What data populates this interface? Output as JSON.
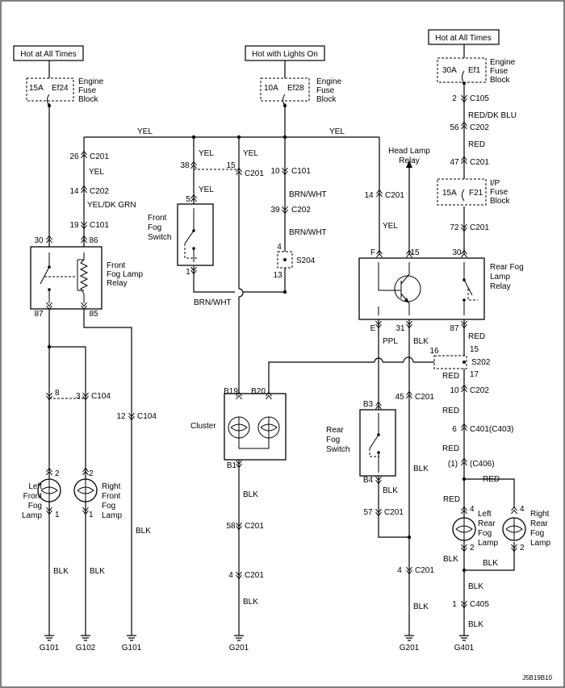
{
  "sources": {
    "left": "Hot at All Times",
    "center": "Hot with Lights On",
    "right": "Hot at All Times"
  },
  "fuses": {
    "ef24": {
      "rating": "15A",
      "id": "Ef24",
      "label": [
        "Engine",
        "Fuse",
        "Block"
      ]
    },
    "ef28": {
      "rating": "10A",
      "id": "Ef28",
      "label": [
        "Engine",
        "Fuse",
        "Block"
      ]
    },
    "ef1": {
      "rating": "30A",
      "id": "Ef1",
      "label": [
        "Engine",
        "Fuse",
        "Block"
      ]
    },
    "f21": {
      "rating": "15A",
      "id": "F21",
      "label": [
        "I/P",
        "Fuse",
        "Block"
      ]
    }
  },
  "components": {
    "front_relay": [
      "Front",
      "Fog Lamp",
      "Relay"
    ],
    "front_switch": [
      "Front",
      "Fog",
      "Switch"
    ],
    "head_lamp_relay": [
      "Head Lamp",
      "Relay"
    ],
    "rear_relay": [
      "Rear Fog",
      "Lamp",
      "Relay"
    ],
    "cluster": "Cluster",
    "rear_switch": [
      "Rear",
      "Fog",
      "Switch"
    ],
    "left_front_lamp": [
      "Left",
      "Front",
      "Fog",
      "Lamp"
    ],
    "right_front_lamp": [
      "Right",
      "Front",
      "Fog",
      "Lamp"
    ],
    "left_rear_lamp": [
      "Left",
      "Rear",
      "Fog",
      "Lamp"
    ],
    "right_rear_lamp": [
      "Right",
      "Rear",
      "Fog",
      "Lamp"
    ]
  },
  "wires": {
    "yel": "YEL",
    "yel_dkgrn": "YEL/DK GRN",
    "brn_wht": "BRN/WHT",
    "red_dkblu": "RED/DK BLU",
    "red": "RED",
    "ppl": "PPL",
    "blk": "BLK"
  },
  "connectors": {
    "c105": "C105",
    "c202": "C202",
    "c201": "C201",
    "c101": "C101",
    "c104": "C104",
    "c401": "C401(C403)",
    "c406": "(C406)",
    "c405": "C405",
    "s204": "S204",
    "s202": "S202"
  },
  "pins": {
    "p2": "2",
    "p56": "56",
    "p47": "47",
    "p72": "72",
    "p26": "26",
    "p14": "14",
    "p19": "19",
    "p38": "38",
    "p15": "15",
    "p10": "10",
    "p39": "39",
    "p4": "4",
    "p13": "13",
    "p5": "5",
    "p1": "1",
    "p30": "30",
    "p86": "86",
    "p87": "87",
    "p85": "85",
    "pF": "F",
    "pE": "E",
    "p31": "31",
    "p16": "16",
    "p17": "17",
    "p8": "8",
    "p3": "3",
    "p12": "12",
    "pB19": "B19",
    "pB20": "B20",
    "pB1": "B1",
    "p45": "45",
    "p6": "6",
    "pC406": "(1)",
    "pB3": "B3",
    "pB4": "B4",
    "p57": "57",
    "p58": "58"
  },
  "grounds": {
    "g101a": "G101",
    "g102": "G102",
    "g101b": "G101",
    "g201a": "G201",
    "g201b": "G201",
    "g401": "G401"
  },
  "diagram_code": "J5B19B10"
}
